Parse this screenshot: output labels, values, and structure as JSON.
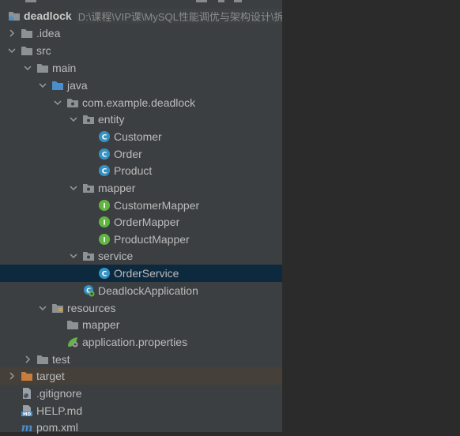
{
  "project": {
    "name": "deadlock",
    "path": "D:\\课程\\VIP课\\MySQL性能调优与架构设计\\拆分视频\\性能调优案例\\deadlock"
  },
  "tree": {
    "idea": ".idea",
    "src": "src",
    "main": "main",
    "java": "java",
    "package": "com.example.deadlock",
    "entity": "entity",
    "customer": "Customer",
    "order": "Order",
    "product": "Product",
    "mapper": "mapper",
    "customer_mapper": "CustomerMapper",
    "order_mapper": "OrderMapper",
    "product_mapper": "ProductMapper",
    "service": "service",
    "order_service": "OrderService",
    "application": "DeadlockApplication",
    "resources": "resources",
    "res_mapper": "mapper",
    "properties": "application.properties",
    "test": "test",
    "target": "target",
    "gitignore": ".gitignore",
    "help": "HELP.md",
    "pom": "pom.xml"
  },
  "icons": {
    "arrow_expanded": "chevron-down-icon",
    "arrow_collapsed": "chevron-right-icon",
    "folder": "folder-icon",
    "package": "package-icon",
    "class": "class-icon",
    "interface": "interface-icon",
    "spring_boot": "spring-boot-app-icon",
    "spring_properties": "spring-properties-icon",
    "gitignore": "gitignore-file-icon",
    "markdown": "markdown-file-icon",
    "maven": "maven-icon"
  },
  "colors": {
    "panel_bg": "#3c3f41",
    "editor_bg": "#2b2b2b",
    "selection_bg": "#0d293e",
    "excluded_bg": "#45403a",
    "class_icon": "#3592c4",
    "interface_icon": "#62b543",
    "target_folder": "#c77d3b"
  }
}
